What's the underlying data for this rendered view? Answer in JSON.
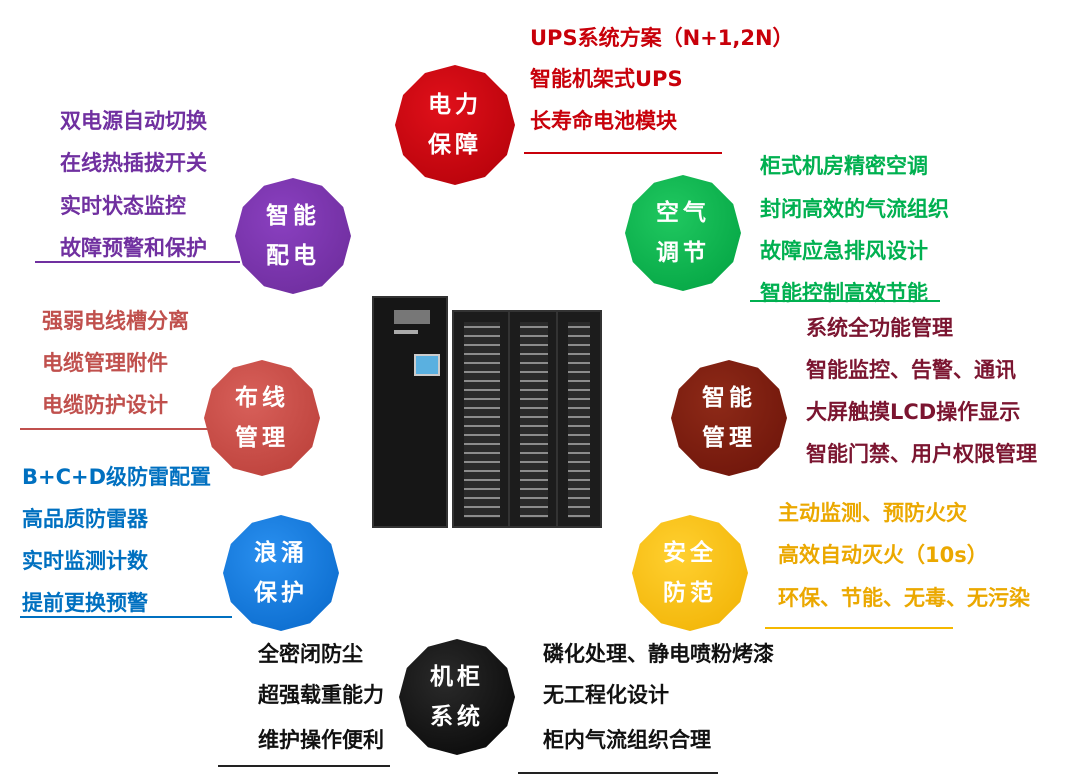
{
  "categories": [
    {
      "key": "power",
      "title": [
        "电力",
        "保障"
      ],
      "color": "#c8000a",
      "items": [
        "UPS系统方案（N+1,2N）",
        "智能机架式UPS",
        "长寿命电池模块"
      ]
    },
    {
      "key": "distribution",
      "title": [
        "智能",
        "配电"
      ],
      "color": "#7030a0",
      "items": [
        "双电源自动切换",
        "在线热插拔开关",
        "实时状态监控",
        "故障预警和保护"
      ]
    },
    {
      "key": "air",
      "title": [
        "空气",
        "调节"
      ],
      "color": "#00b050",
      "items": [
        "柜式机房精密空调",
        "封闭高效的气流组织",
        "故障应急排风设计",
        "智能控制高效节能"
      ]
    },
    {
      "key": "cabling",
      "title": [
        "布线",
        "管理"
      ],
      "color": "#c0504d",
      "items": [
        "强弱电线槽分离",
        "电缆管理附件",
        "电缆防护设计"
      ]
    },
    {
      "key": "management",
      "title": [
        "智能",
        "管理"
      ],
      "color": "#7b1a10",
      "text_color": "#7b1530",
      "items": [
        "系统全功能管理",
        "智能监控、告警、通讯",
        "大屏触摸LCD操作显示",
        "智能门禁、用户权限管理"
      ]
    },
    {
      "key": "surge",
      "title": [
        "浪涌",
        "保护"
      ],
      "color": "#0a78d8",
      "text_color": "#0070c0",
      "items": [
        "B+C+D级防雷配置",
        "高品质防雷器",
        "实时监测计数",
        "提前更换预警"
      ]
    },
    {
      "key": "security",
      "title": [
        "安全",
        "防范"
      ],
      "color": "#f5b800",
      "text_color": "#eba800",
      "items": [
        "主动监测、预防火灾",
        "高效自动灭火（10s）",
        "环保、节能、无毒、无污染"
      ]
    },
    {
      "key": "cabinet",
      "title": [
        "机柜",
        "系统"
      ],
      "color": "#111111",
      "items_left": [
        "全密闭防尘",
        "超强载重能力",
        "维护操作便利"
      ],
      "items_right": [
        "磷化处理、静电喷粉烤漆",
        "无工程化设计",
        "柜内气流组织合理"
      ]
    }
  ]
}
